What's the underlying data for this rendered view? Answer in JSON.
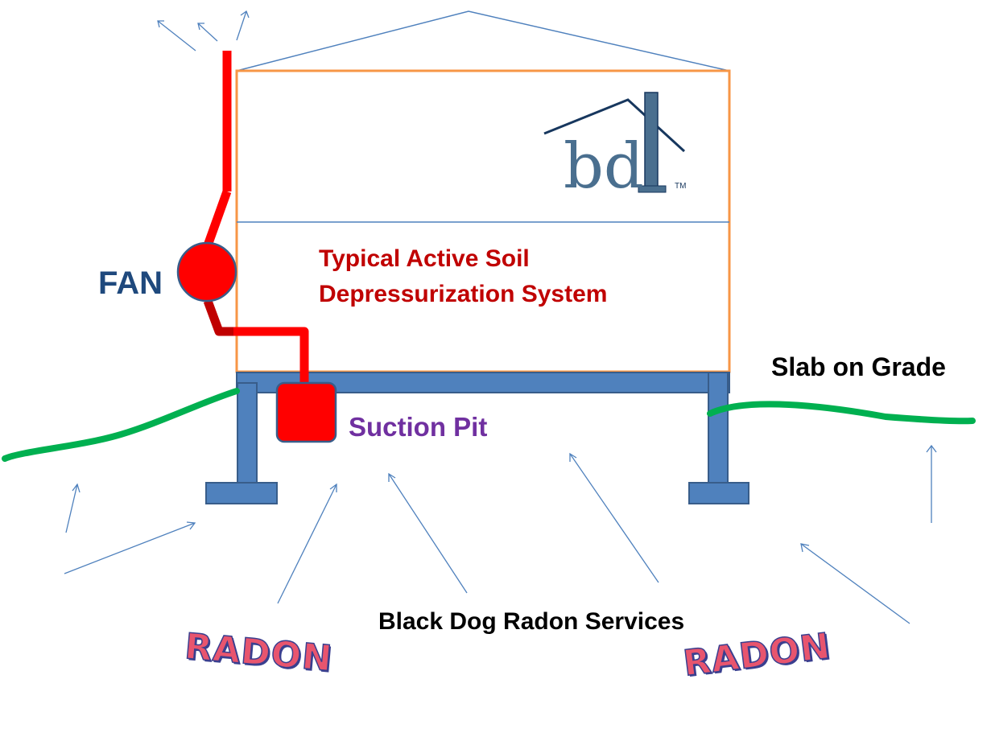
{
  "labels": {
    "fan": "FAN",
    "title_line1": "Typical Active Soil",
    "title_line2": "Depressurization System",
    "slab": "Slab on Grade",
    "suction_pit": "Suction Pit",
    "company": "Black Dog  Radon Services",
    "radon_left": "RADON",
    "radon_right": "RADON"
  },
  "logo": {
    "letters": "bd",
    "tm": "TM"
  },
  "colors": {
    "pipe": "#ff0000",
    "pipe_dark": "#c00000",
    "foundation": "#4f81bd",
    "foundation_stroke": "#385d8a",
    "house_wall": "#f79646",
    "roof": "#4f81bd",
    "ground": "#00b050",
    "arrow": "#4f81bd",
    "title_text": "#c00000",
    "fan_text": "#1f497d",
    "pit_text": "#7030a0",
    "radon_text": "#e8556e",
    "radon_outline": "#3a3f8f",
    "logo_blue": "#17375e",
    "logo_letters": "#4a6f8f"
  }
}
